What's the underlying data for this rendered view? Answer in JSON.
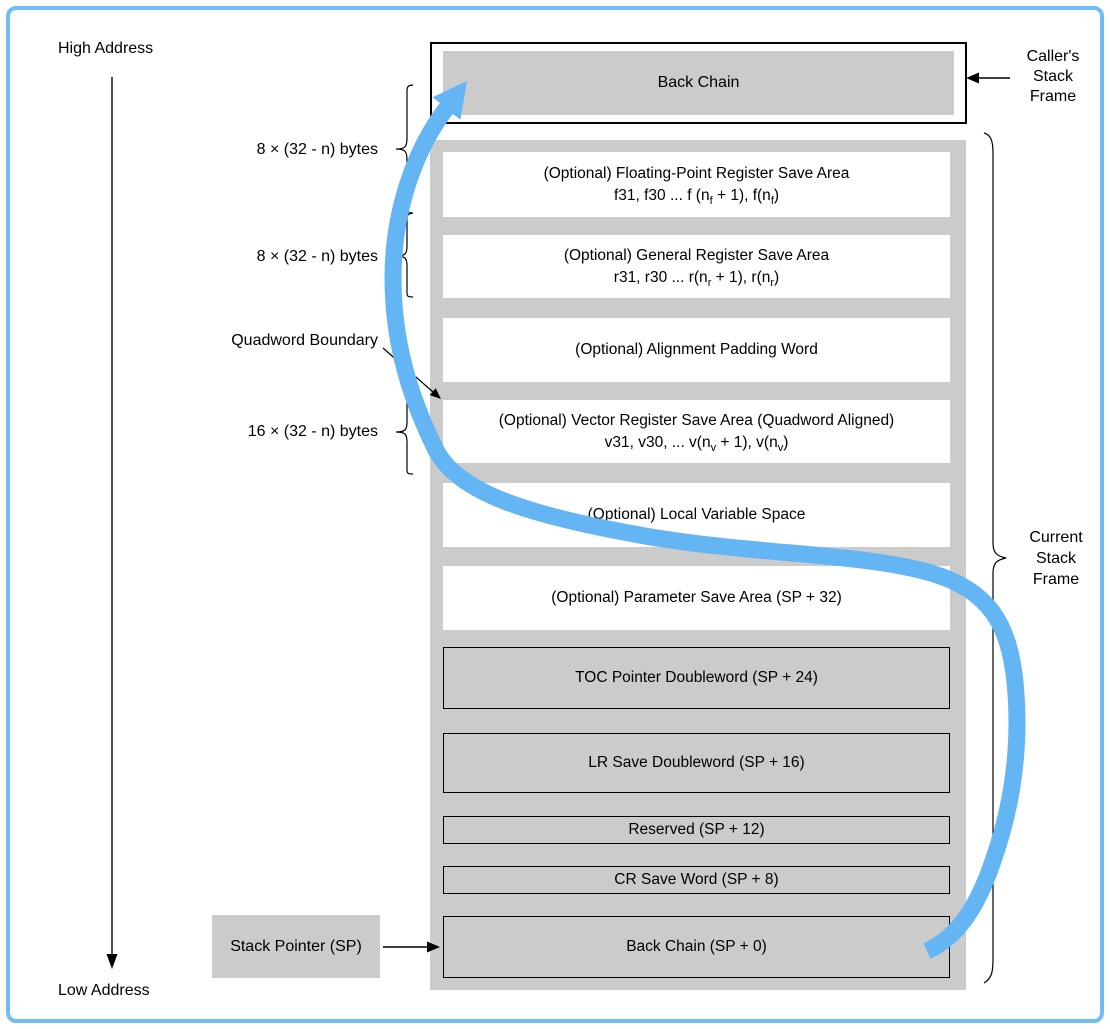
{
  "colors": {
    "box_gray": "#cbcbcb",
    "arrow_blue": "#64b5f4",
    "frame_border_blue": "#70bdf5"
  },
  "labels": {
    "high_address": "High Address",
    "low_address": "Low Address",
    "size_fp": "8 × (32 - n) bytes",
    "size_gr": "8 × (32 - n) bytes",
    "quadword_boundary": "Quadword Boundary",
    "size_vr": "16 × (32 - n) bytes",
    "stack_pointer": "Stack Pointer (SP)",
    "callers_frame_lines": [
      "Caller's",
      "Stack",
      "Frame"
    ],
    "current_frame_lines": [
      "Current",
      "Stack",
      "Frame"
    ]
  },
  "caller_frame": {
    "back_chain": "Back Chain"
  },
  "frame_rows": [
    {
      "id": "fp-register-save-area",
      "variant": "white",
      "lines": [
        [
          {
            "t": "(Optional) Floating-Point Register Save Area"
          }
        ],
        [
          {
            "t": "f31, f30 ... f (n"
          },
          {
            "sub": "f"
          },
          {
            "t": " + 1), f(n"
          },
          {
            "sub": "f"
          },
          {
            "t": ")"
          }
        ]
      ]
    },
    {
      "id": "general-register-save-area",
      "variant": "white",
      "lines": [
        [
          {
            "t": "(Optional) General Register Save Area"
          }
        ],
        [
          {
            "t": "r31, r30 ... r(n"
          },
          {
            "sub": "r"
          },
          {
            "t": " + 1), r(n"
          },
          {
            "sub": "r"
          },
          {
            "t": ")"
          }
        ]
      ]
    },
    {
      "id": "alignment-padding-word",
      "variant": "white",
      "lines": [
        [
          {
            "t": "(Optional) Alignment Padding Word"
          }
        ]
      ]
    },
    {
      "id": "vector-register-save-area",
      "variant": "white",
      "lines": [
        [
          {
            "t": "(Optional) Vector Register Save Area (Quadword Aligned)"
          }
        ],
        [
          {
            "t": "v31, v30, ... v(n"
          },
          {
            "sub": "v"
          },
          {
            "t": " + 1), v(n"
          },
          {
            "sub": "v"
          },
          {
            "t": ")"
          }
        ]
      ]
    },
    {
      "id": "local-variable-space",
      "variant": "white",
      "lines": [
        [
          {
            "t": "(Optional) Local Variable Space"
          }
        ]
      ]
    },
    {
      "id": "parameter-save-area",
      "variant": "white",
      "lines": [
        [
          {
            "t": "(Optional) Parameter Save Area (SP + 32)"
          }
        ]
      ]
    },
    {
      "id": "toc-pointer-doubleword",
      "variant": "bordered",
      "lines": [
        [
          {
            "t": "TOC Pointer Doubleword (SP + 24)"
          }
        ]
      ]
    },
    {
      "id": "lr-save-doubleword",
      "variant": "bordered",
      "lines": [
        [
          {
            "t": "LR Save Doubleword (SP + 16)"
          }
        ]
      ]
    },
    {
      "id": "reserved",
      "variant": "bordered",
      "lines": [
        [
          {
            "t": "Reserved (SP + 12)"
          }
        ]
      ]
    },
    {
      "id": "cr-save-word",
      "variant": "bordered",
      "lines": [
        [
          {
            "t": "CR Save Word (SP + 8)"
          }
        ]
      ]
    },
    {
      "id": "back-chain-sp0",
      "variant": "bordered",
      "lines": [
        [
          {
            "t": "Back Chain (SP + 0)"
          }
        ]
      ]
    }
  ]
}
